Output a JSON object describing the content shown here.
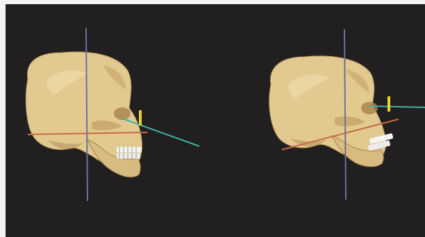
{
  "scene": {
    "background_color": "#221f20",
    "frame_color": "#f2f2f2",
    "colors": {
      "bone": "#e2c98f",
      "bone_shadow": "#b38f56",
      "teeth": "#f4f4f4",
      "vertical_axis": "#6f6f98",
      "horizontal_plane": "#c66a45",
      "facial_line": "#3fb3a4",
      "marker": "#e8d431"
    }
  },
  "panels": [
    {
      "name": "left-skull-view",
      "facial_line_direction": "descending"
    },
    {
      "name": "right-skull-view",
      "facial_line_direction": "horizontal"
    }
  ]
}
